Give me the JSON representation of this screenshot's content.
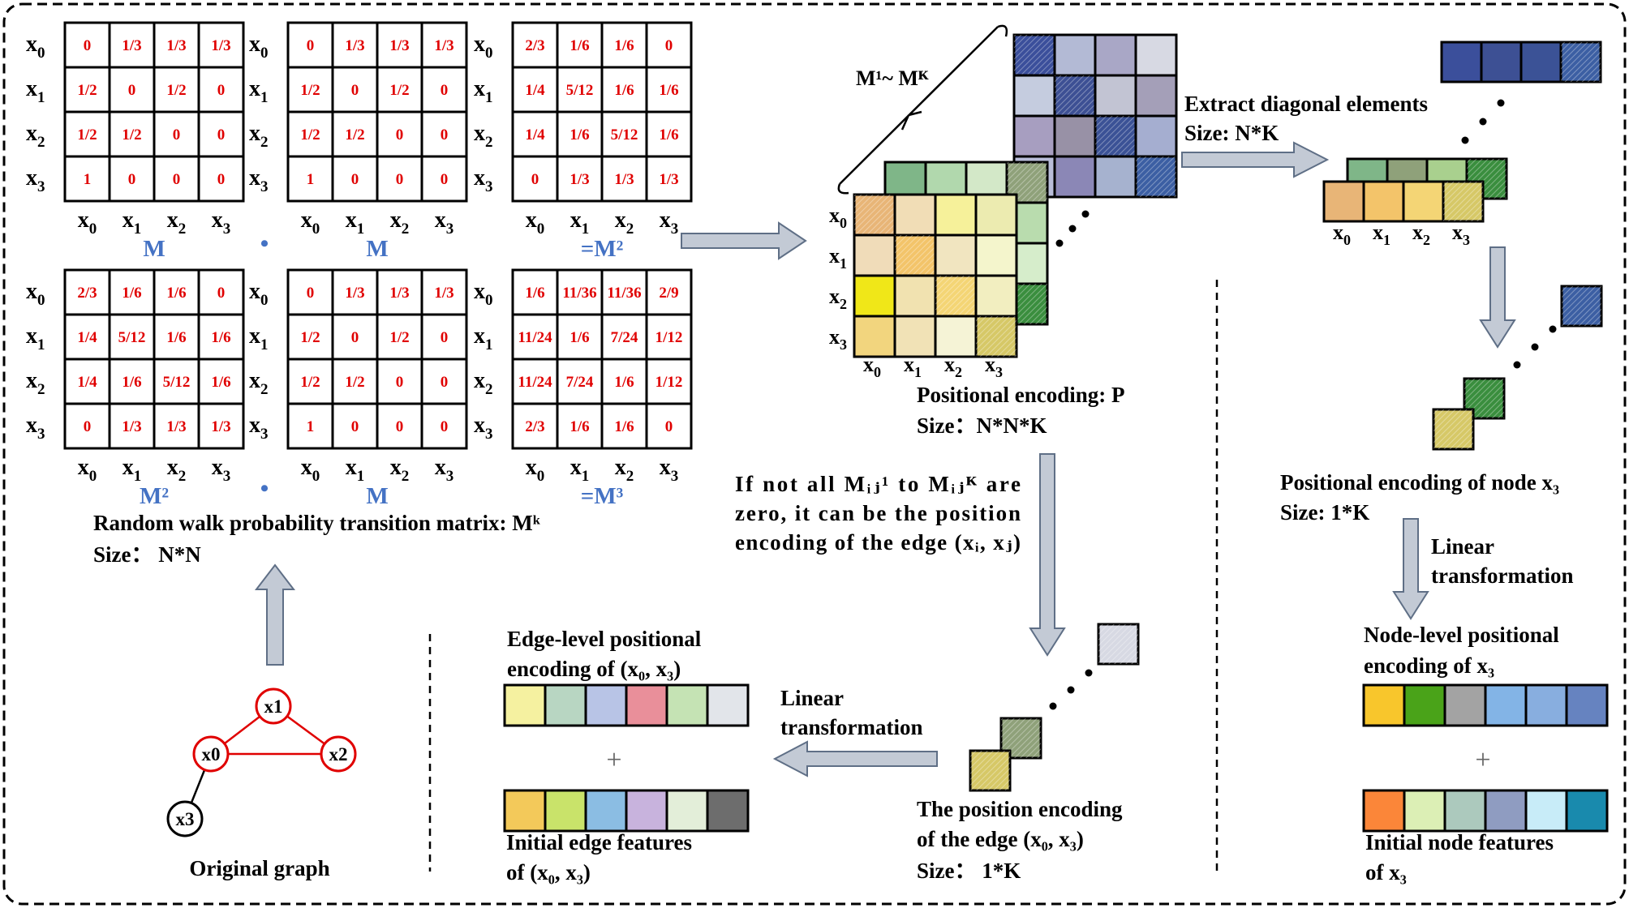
{
  "colors": {
    "matrix_values": "#e00000",
    "matrix_names": "#4472c4",
    "graph_edges": "#e00000",
    "arrow_fill": "#c3cad5",
    "arrow_stroke": "#5f6f86"
  },
  "nodes": [
    "x0",
    "x1",
    "x2",
    "x3"
  ],
  "matrices": {
    "top": [
      {
        "rows": [
          [
            "0",
            "1/3",
            "1/3",
            "1/3"
          ],
          [
            "1/2",
            "0",
            "1/2",
            "0"
          ],
          [
            "1/2",
            "1/2",
            "0",
            "0"
          ],
          [
            "1",
            "0",
            "0",
            "0"
          ]
        ],
        "caption": "M"
      },
      {
        "rows": [
          [
            "0",
            "1/3",
            "1/3",
            "1/3"
          ],
          [
            "1/2",
            "0",
            "1/2",
            "0"
          ],
          [
            "1/2",
            "1/2",
            "0",
            "0"
          ],
          [
            "1",
            "0",
            "0",
            "0"
          ]
        ],
        "caption": "M"
      },
      {
        "rows": [
          [
            "2/3",
            "1/6",
            "1/6",
            "0"
          ],
          [
            "1/4",
            "5/12",
            "1/6",
            "1/6"
          ],
          [
            "1/4",
            "1/6",
            "5/12",
            "1/6"
          ],
          [
            "0",
            "1/3",
            "1/3",
            "1/3"
          ]
        ],
        "caption": "=M²"
      }
    ],
    "bottom": [
      {
        "rows": [
          [
            "2/3",
            "1/6",
            "1/6",
            "0"
          ],
          [
            "1/4",
            "5/12",
            "1/6",
            "1/6"
          ],
          [
            "1/4",
            "1/6",
            "5/12",
            "1/6"
          ],
          [
            "0",
            "1/3",
            "1/3",
            "1/3"
          ]
        ],
        "caption": "M²"
      },
      {
        "rows": [
          [
            "0",
            "1/3",
            "1/3",
            "1/3"
          ],
          [
            "1/2",
            "0",
            "1/2",
            "0"
          ],
          [
            "1/2",
            "1/2",
            "0",
            "0"
          ],
          [
            "1",
            "0",
            "0",
            "0"
          ]
        ],
        "caption": "M"
      },
      {
        "rows": [
          [
            "1/6",
            "11/36",
            "11/36",
            "2/9"
          ],
          [
            "11/24",
            "1/6",
            "7/24",
            "1/12"
          ],
          [
            "11/24",
            "7/24",
            "1/6",
            "1/12"
          ],
          [
            "2/3",
            "1/6",
            "1/6",
            "0"
          ]
        ],
        "caption": "=M³"
      }
    ],
    "operator": "•"
  },
  "text": {
    "random_walk_title": "Random walk probability transition matrix: Mᵏ",
    "random_walk_size": "Size：  N*N",
    "mk_range": "M¹~ Mᴷ",
    "pe_title": "Positional encoding: P",
    "pe_size": "Size：N*N*K",
    "extract_title": "Extract diagonal elements",
    "extract_size": "Size: N*K",
    "edge_cond_1": "If not all Mᵢⱼ¹ to Mᵢⱼᴷ are",
    "edge_cond_2": "zero, it can be the position",
    "edge_cond_3": "encoding of the edge (xᵢ, xⱼ)",
    "node_pe_title": "Positional encoding of node x₃",
    "node_pe_size": "Size: 1*K",
    "linear_1": "Linear",
    "linear_2": "transformation",
    "node_level_1": "Node-level positional",
    "node_level_2": "encoding of x₃",
    "plus": "+",
    "init_node_1": "Initial node features",
    "init_node_2": "of x₃",
    "edge_level_1": "Edge-level positional",
    "edge_level_2": "encoding of (x₀, x₃)",
    "init_edge_1": "Initial edge features",
    "init_edge_2": "of (x₀, x₃)",
    "edge_pe_1": "The position encoding",
    "edge_pe_2": "of the edge (x₀, x₃)",
    "edge_pe_size": "Size：  1*K",
    "original_graph": "Original graph",
    "ellipsis": "• • •"
  },
  "pe_front_colors": [
    [
      "#e8b577",
      "#f1ddb6",
      "#f6f19a",
      "#ecebb0"
    ],
    [
      "#f0dcb9",
      "#f3c46a",
      "#f1e5c0",
      "#f4f5cc"
    ],
    [
      "#f0e718",
      "#f1e2b0",
      "#f4d575",
      "#f2eec0"
    ],
    [
      "#f2d57e",
      "#f1e2b6",
      "#f5f3d6",
      "#d6c867"
    ]
  ],
  "pe_mid_top_colors": [
    "#7fb688",
    "#b1d8ad",
    "#d3e8c8",
    "#8fa17a"
  ],
  "pe_mid_right_colors": [
    "#b9dcae",
    "#d6edcb",
    "#3a8e3e"
  ],
  "pe_back_colors": [
    [
      "#3b4f9b",
      "#b3bad5",
      "#a9a7c6",
      "#d7d9e3"
    ],
    [
      "#c5ccdf",
      "#3d5094",
      "#c2c4d3",
      "#a49fb8"
    ],
    [
      "#a79ec0",
      "#9891a6",
      "#3b5296",
      "#a5aed0"
    ],
    [
      "#b9bdd9",
      "#8b87b6",
      "#a6b2cf",
      "#3c5fa3"
    ]
  ],
  "diag_blue_row": [
    "#3b4f9b",
    "#3d5094",
    "#3b5296",
    "#3c5fa3"
  ],
  "diag_green_row": [
    "#7fb688",
    "#8fa17a",
    "#a9d08e",
    "#3a8e3e"
  ],
  "diag_yellow_row": [
    "#e8b577",
    "#f3c46a",
    "#f4d575",
    "#d6c867"
  ],
  "edge_level_colors": [
    "#f5f1a0",
    "#b8d6c2",
    "#b8c4e6",
    "#e98f9a",
    "#c5e3b4",
    "#e2e5ea"
  ],
  "init_edge_colors": [
    "#f3c95a",
    "#c9e36a",
    "#8bbde3",
    "#c8b3dd",
    "#e3eed9",
    "#6d6d6d"
  ],
  "node_level_colors": [
    "#f8c62c",
    "#4aa319",
    "#a3a3a3",
    "#83b4e6",
    "#88aedf",
    "#6683c0"
  ],
  "init_node_colors": [
    "#fb8639",
    "#dcefb5",
    "#acc9bd",
    "#8f9cc1",
    "#c8ecf8",
    "#198aad"
  ]
}
